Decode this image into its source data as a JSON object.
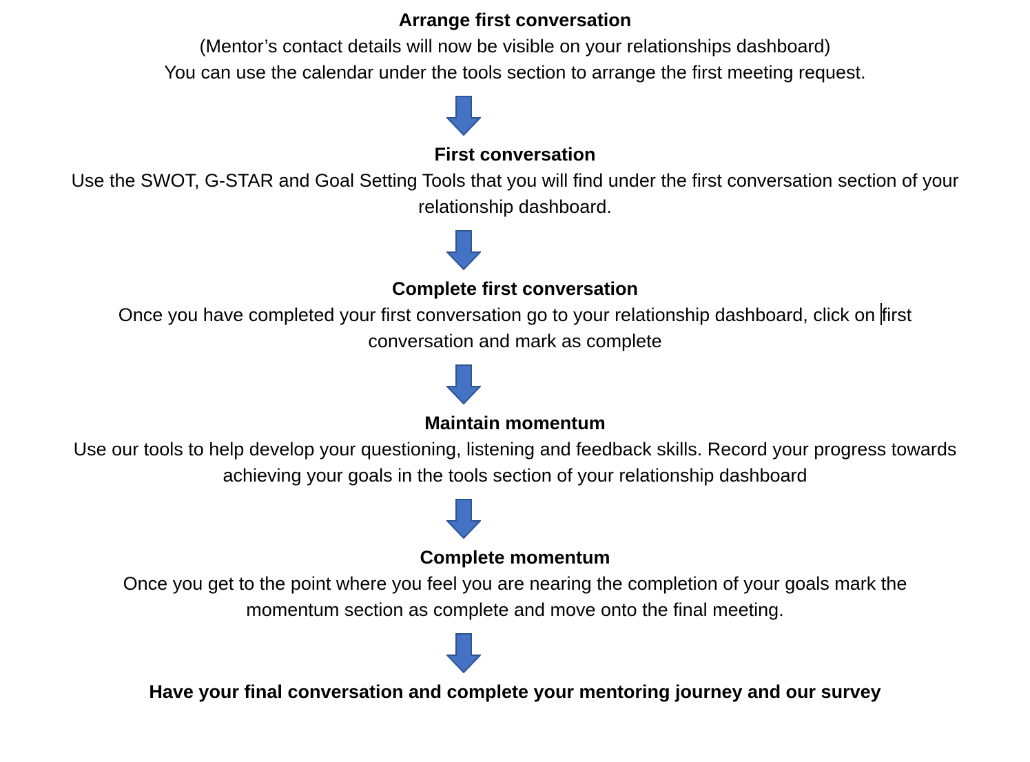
{
  "page": {
    "background": "#ffffff",
    "text_color": "#000000",
    "arrow_fill": "#4472c4",
    "arrow_stroke": "#2e5395"
  },
  "flow": {
    "steps": [
      {
        "heading": "Arrange first conversation",
        "lines": [
          "(Mentor’s contact details will now be visible on your relationships dashboard)",
          "You can use the calendar under the tools section to arrange the first meeting request."
        ]
      },
      {
        "heading": "First conversation",
        "lines": [
          "Use the SWOT, G-STAR and Goal Setting Tools that you will find under the first conversation section of your",
          "relationship dashboard."
        ]
      },
      {
        "heading": "Complete first conversation",
        "line1_before_cursor": "Once you have completed your first conversation go to your relationship dashboard, click on ",
        "line1_after_cursor": "first",
        "line2": "conversation and mark as complete"
      },
      {
        "heading": "Maintain momentum",
        "lines": [
          "Use our tools to help develop your questioning, listening and feedback skills. Record your progress towards",
          "achieving your goals in the tools section of your relationship dashboard"
        ]
      },
      {
        "heading": "Complete momentum",
        "lines": [
          "Once you get to the point where you feel you are nearing the completion of your goals mark the",
          "momentum section as complete and move onto the final meeting."
        ]
      },
      {
        "heading": "Have your final conversation and complete your mentoring journey and our survey"
      }
    ]
  }
}
